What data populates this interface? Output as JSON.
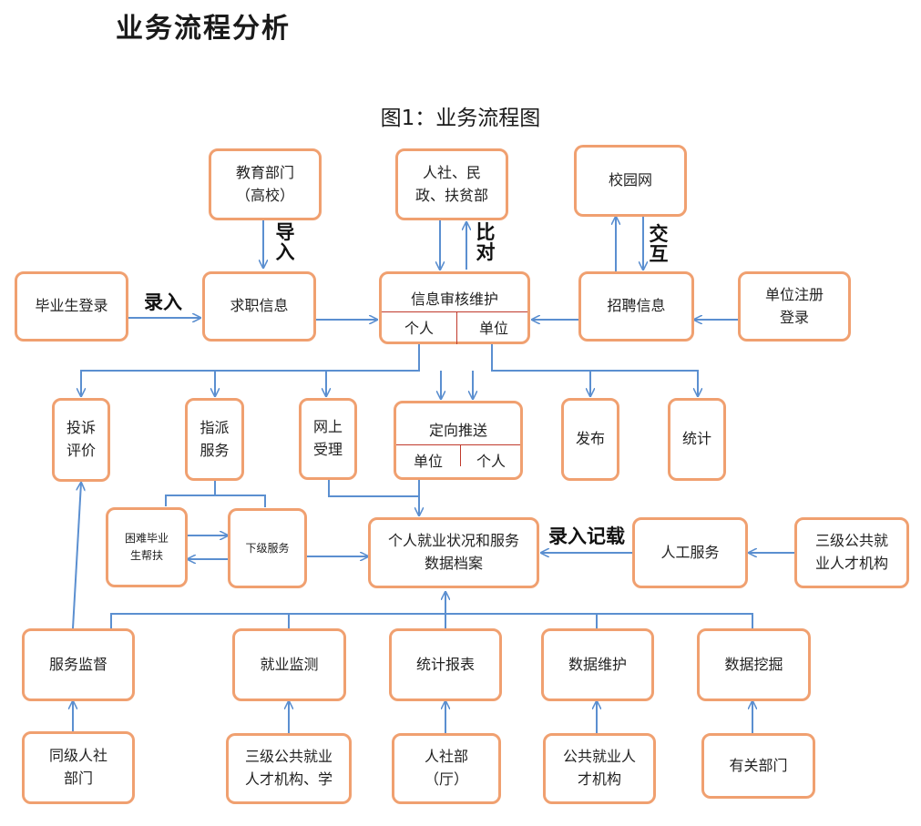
{
  "heading": "业务流程分析",
  "caption": "图1：业务流程图",
  "nodes": {
    "edu": [
      "教育部门",
      "（高校）"
    ],
    "hr_civil": [
      "人社、民",
      "政、扶贫部"
    ],
    "campus": [
      "校园网"
    ],
    "grad_login": [
      "毕业生登录"
    ],
    "job_info": [
      "求职信息"
    ],
    "review": {
      "title": "信息审核维护",
      "left": "个人",
      "right": "单位"
    },
    "recruit": [
      "招聘信息"
    ],
    "unit_reg": [
      "单位注册",
      "登录"
    ],
    "complaint": [
      "投诉",
      "评价"
    ],
    "assign": [
      "指派",
      "服务"
    ],
    "online": [
      "网上",
      "受理"
    ],
    "targeted": {
      "title": "定向推送",
      "left": "单位",
      "right": "个人"
    },
    "publish": [
      "发布"
    ],
    "stats": [
      "统计"
    ],
    "hardship": [
      "困难毕业",
      "生帮扶"
    ],
    "lower": [
      "下级服务"
    ],
    "archive": [
      "个人就业状况和服务",
      "数据档案"
    ],
    "manual": [
      "人工服务"
    ],
    "tier3_top": [
      "三级公共就",
      "业人才机构"
    ],
    "supervise": [
      "服务监督"
    ],
    "monitor": [
      "就业监测"
    ],
    "report": [
      "统计报表"
    ],
    "maintain": [
      "数据维护"
    ],
    "mining": [
      "数据挖掘"
    ],
    "same_level": [
      "同级人社",
      "部门"
    ],
    "tier3_bottom": [
      "三级公共就业",
      "人才机构、学"
    ],
    "hr_dept": [
      "人社部",
      "（厅）"
    ],
    "public_org": [
      "公共就业人",
      "才机构"
    ],
    "related": [
      "有关部门"
    ]
  },
  "edge_labels": {
    "import": "导入",
    "compare": "比对",
    "interact": "交互",
    "enter": "录入",
    "record": "录入记载"
  },
  "colors": {
    "node_border": "#f0a070",
    "edge": "#5b8fd0",
    "divider": "#c0392b"
  }
}
